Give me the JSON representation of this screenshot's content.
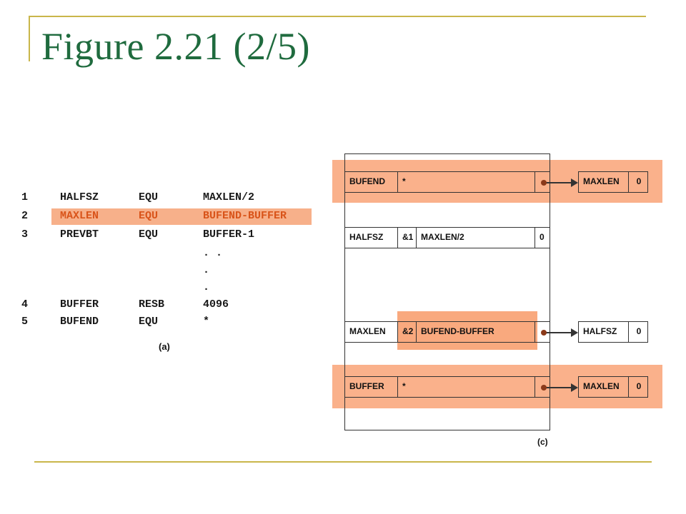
{
  "slide": {
    "title": "Figure 2.21 (2/5)"
  },
  "listing": {
    "caption": "(a)",
    "rows": [
      {
        "num": "1",
        "label": "HALFSZ",
        "op": "EQU",
        "operand": "MAXLEN/2"
      },
      {
        "num": "2",
        "label": "MAXLEN",
        "op": "EQU",
        "operand": "BUFEND-BUFFER"
      },
      {
        "num": "3",
        "label": "PREVBT",
        "op": "EQU",
        "operand": "BUFFER-1"
      },
      {
        "num": "",
        "label": "",
        "op": "",
        "operand": ".   ."
      },
      {
        "num": "",
        "label": "",
        "op": "",
        "operand": "."
      },
      {
        "num": "",
        "label": "",
        "op": "",
        "operand": "."
      },
      {
        "num": "4",
        "label": "BUFFER",
        "op": "RESB",
        "operand": "4096"
      },
      {
        "num": "5",
        "label": "BUFEND",
        "op": "EQU",
        "operand": "*"
      }
    ]
  },
  "symtab": {
    "caption": "(c)",
    "entries": [
      {
        "name": "BUFEND",
        "flag": "",
        "value": "*",
        "ref": "MAXLEN",
        "ref_val": "0"
      },
      {
        "name": "HALFSZ",
        "flag": "&1",
        "value": "MAXLEN/2",
        "last": "0"
      },
      {
        "name": "MAXLEN",
        "flag": "&2",
        "value": "BUFEND-BUFFER",
        "ref": "HALFSZ",
        "ref_val": "0"
      },
      {
        "name": "BUFFER",
        "flag": "",
        "value": "*",
        "ref": "MAXLEN",
        "ref_val": "0"
      }
    ]
  },
  "colors": {
    "title": "#1f6b3e",
    "rule": "#c9b64a",
    "highlight": "#f9a97e"
  }
}
